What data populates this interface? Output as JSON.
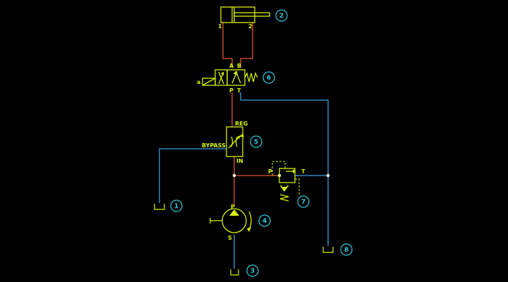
{
  "colors": {
    "background": "#000000",
    "component": "#d7f000",
    "pressure_line": "#e0562a",
    "return_line": "#3aa0dc",
    "callout": "#33c6dd",
    "junction": "#ffffff"
  },
  "cylinder": {
    "port1": "1",
    "port2": "2",
    "callout": "2"
  },
  "valve": {
    "port_a": "A",
    "port_b": "B",
    "port_p": "P",
    "port_t": "T",
    "actuator": "a",
    "callout": "6"
  },
  "flow_regulator": {
    "reg": "REG",
    "bypass": "BYPASS",
    "in": "IN",
    "callout": "5"
  },
  "relief_valve": {
    "port_p": "P",
    "port_t": "T",
    "callout": "7"
  },
  "pump": {
    "port_p": "P",
    "port_s": "S",
    "callout": "4"
  },
  "tanks": {
    "bypass_callout": "1",
    "suction_callout": "3",
    "return_callout": "8"
  }
}
